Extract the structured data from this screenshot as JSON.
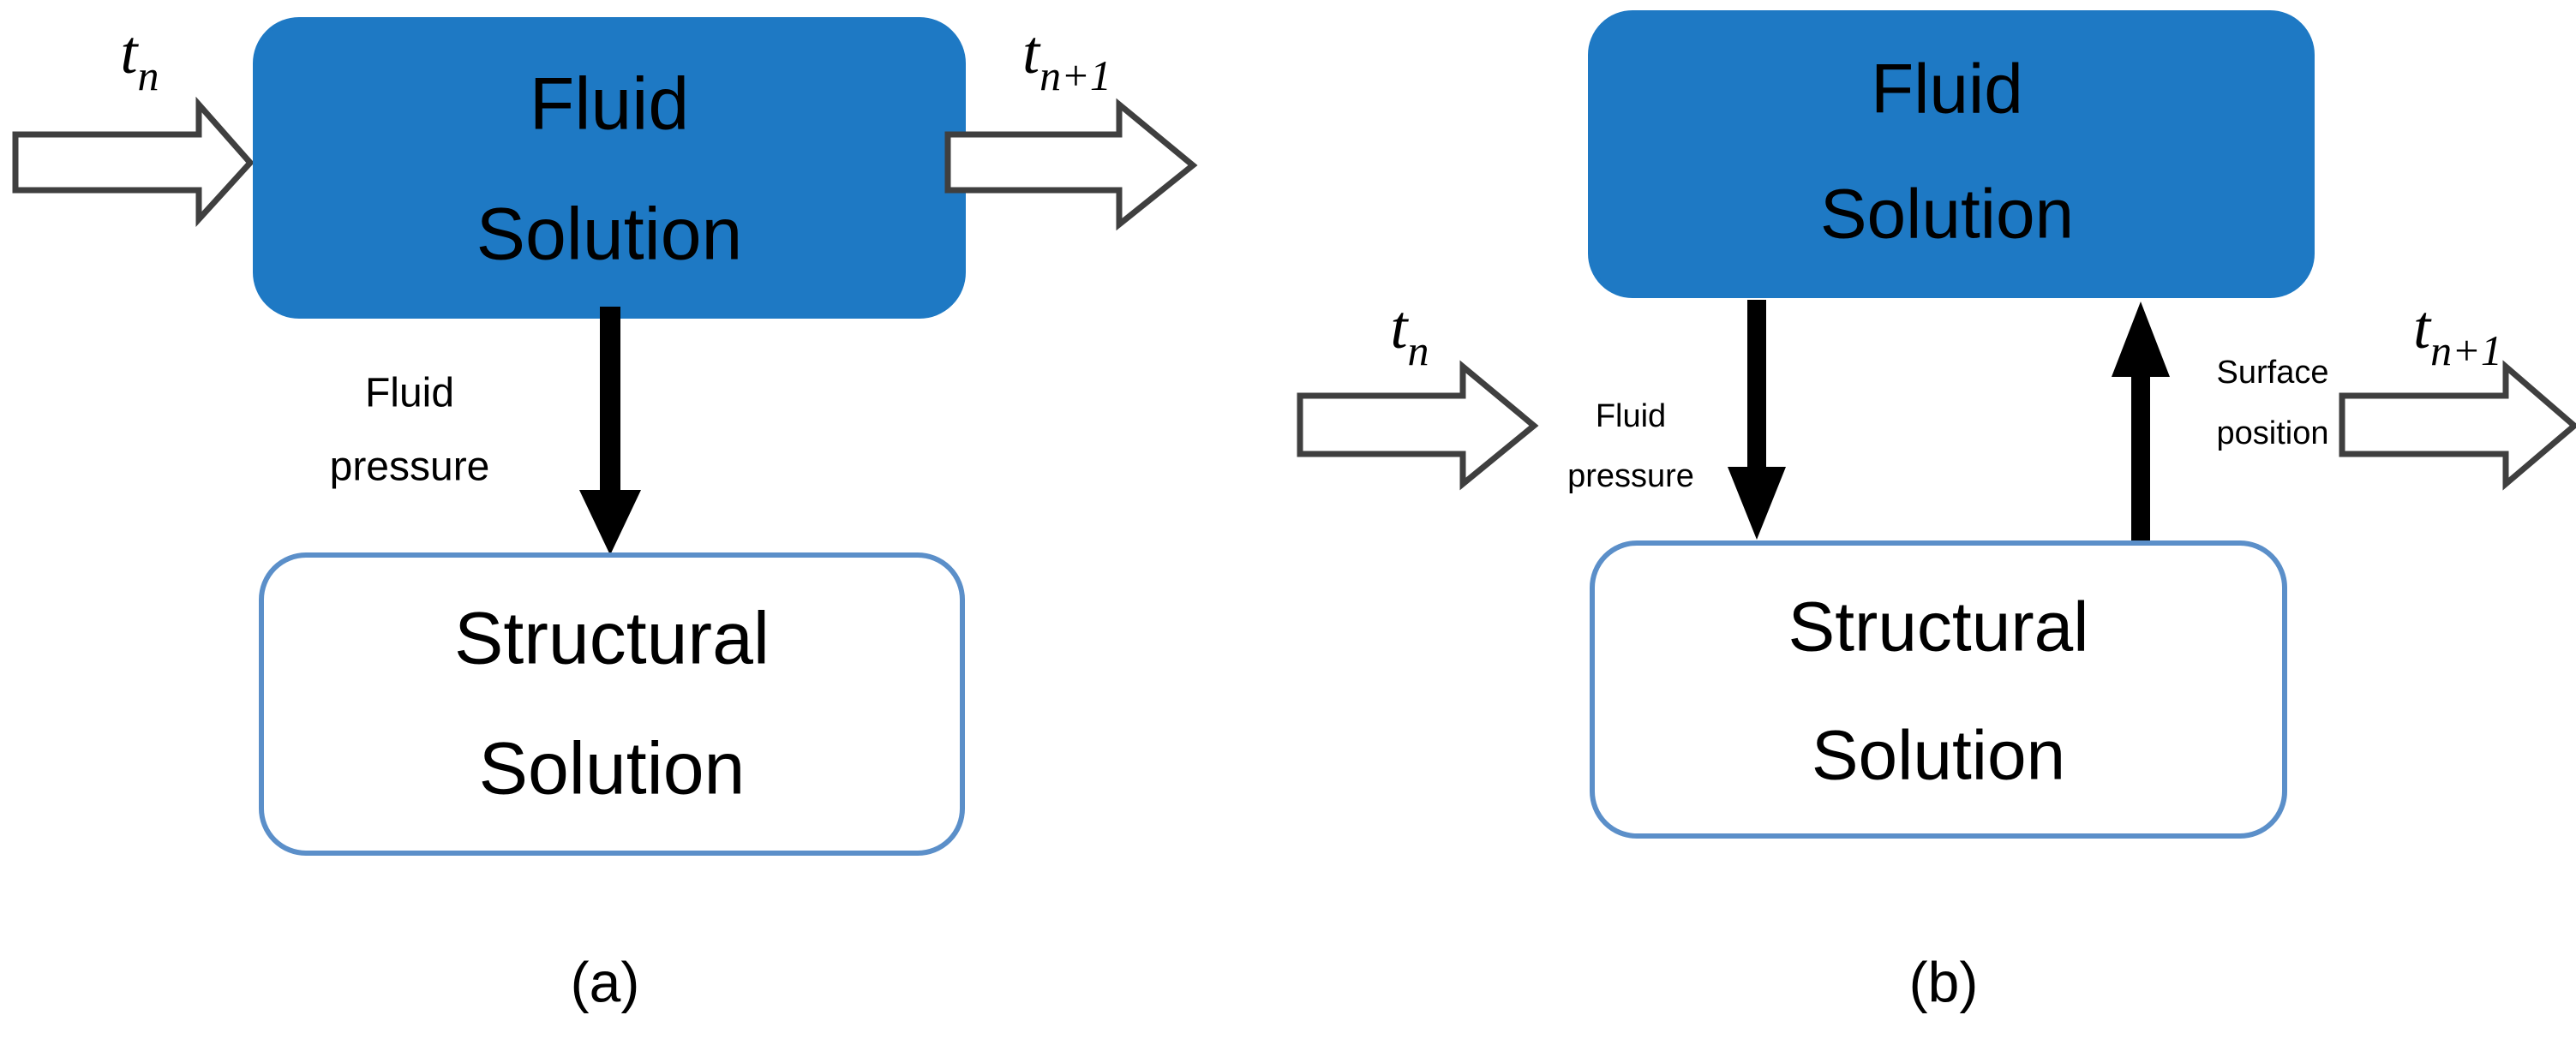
{
  "figure": {
    "background_color": "#ffffff",
    "fluid_box_fill": "#1e79c4",
    "fluid_box_stroke": "#1e79c4",
    "structural_box_fill": "#ffffff",
    "structural_box_stroke": "#5b8fc9",
    "solid_arrow_color": "#000000",
    "hollow_arrow_stroke": "#3f3f3f",
    "hollow_arrow_fill": "#ffffff",
    "text_color": "#000000"
  },
  "panels": [
    {
      "id": "a",
      "caption": "(a)",
      "fluid_box": {
        "line1": "Fluid",
        "line2": "Solution"
      },
      "structural_box": {
        "line1": "Structural",
        "line2": "Solution"
      },
      "inbound_time_label": {
        "base": "t",
        "subscript": "n"
      },
      "outbound_time_label": {
        "base": "t",
        "subscript": "n+1"
      },
      "couplings": [
        {
          "id": "fluid-pressure",
          "line1": "Fluid",
          "line2": "pressure",
          "direction": "down",
          "from": "Fluid Solution",
          "to": "Structural Solution"
        }
      ]
    },
    {
      "id": "b",
      "caption": "(b)",
      "fluid_box": {
        "line1": "Fluid",
        "line2": "Solution"
      },
      "structural_box": {
        "line1": "Structural",
        "line2": "Solution"
      },
      "inbound_time_label": {
        "base": "t",
        "subscript": "n"
      },
      "outbound_time_label": {
        "base": "t",
        "subscript": "n+1"
      },
      "couplings": [
        {
          "id": "fluid-pressure",
          "line1": "Fluid",
          "line2": "pressure",
          "direction": "down",
          "from": "Fluid Solution",
          "to": "Structural Solution"
        },
        {
          "id": "surface-position",
          "line1": "Surface",
          "line2": "position",
          "direction": "up",
          "from": "Structural Solution",
          "to": "Fluid Solution"
        }
      ]
    }
  ]
}
